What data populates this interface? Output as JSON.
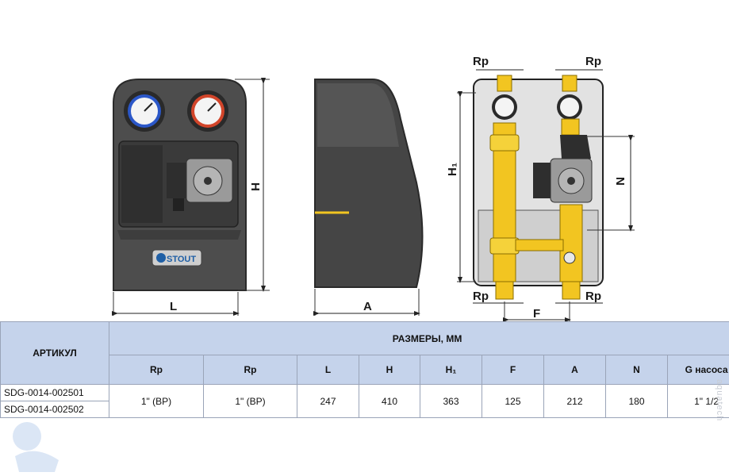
{
  "drawing": {
    "front_labels": {
      "width": "L",
      "height": "H"
    },
    "side_labels": {
      "depth": "A"
    },
    "schematic_labels": {
      "rp_top_left": "Rp",
      "rp_top_right": "Rp",
      "rp_bottom_left": "Rp",
      "rp_bottom_right": "Rp",
      "h1": "H₁",
      "n": "N",
      "f": "F"
    },
    "brand": "STOUT",
    "colors": {
      "body": "#4b4b4b",
      "brass": "#f2c521",
      "thermo_blue": "#2b57c8",
      "thermo_red": "#d2452a"
    }
  },
  "table": {
    "article_header": "АРТИКУЛ",
    "group_header": "РАЗМЕРЫ, ММ",
    "columns": [
      "Rp",
      "Rp",
      "L",
      "H",
      "H₁",
      "F",
      "A",
      "N",
      "G насоса"
    ],
    "articles": [
      "SDG-0014-002501",
      "SDG-0014-002502"
    ],
    "values": [
      "1\" (ВР)",
      "1\" (ВР)",
      "247",
      "410",
      "363",
      "125",
      "212",
      "180",
      "1\" 1/2"
    ]
  },
  "watermark": "aquatech"
}
